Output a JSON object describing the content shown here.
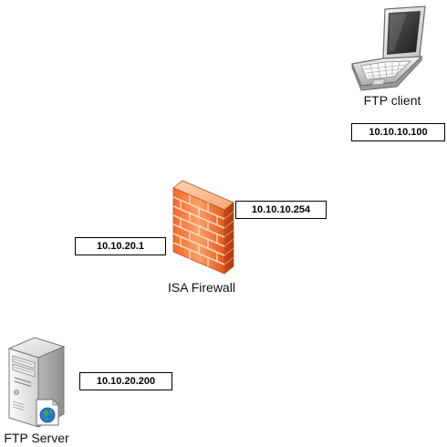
{
  "nodes": {
    "ftp_client": {
      "label": "FTP client",
      "ip": "10.10.10.100",
      "icon": "laptop-icon"
    },
    "isa_firewall": {
      "label": "ISA Firewall",
      "external_ip": "10.10.10.254",
      "internal_ip": "10.10.20.1",
      "icon": "firewall-icon"
    },
    "ftp_server": {
      "label": "FTP Server",
      "ip": "10.10.20.200",
      "icon": "server-icon"
    }
  },
  "colors": {
    "firewall_brick": "#f0773a",
    "firewall_mortar": "#ffd7b8",
    "device_body": "#e6e6e6",
    "outline": "#555555"
  }
}
